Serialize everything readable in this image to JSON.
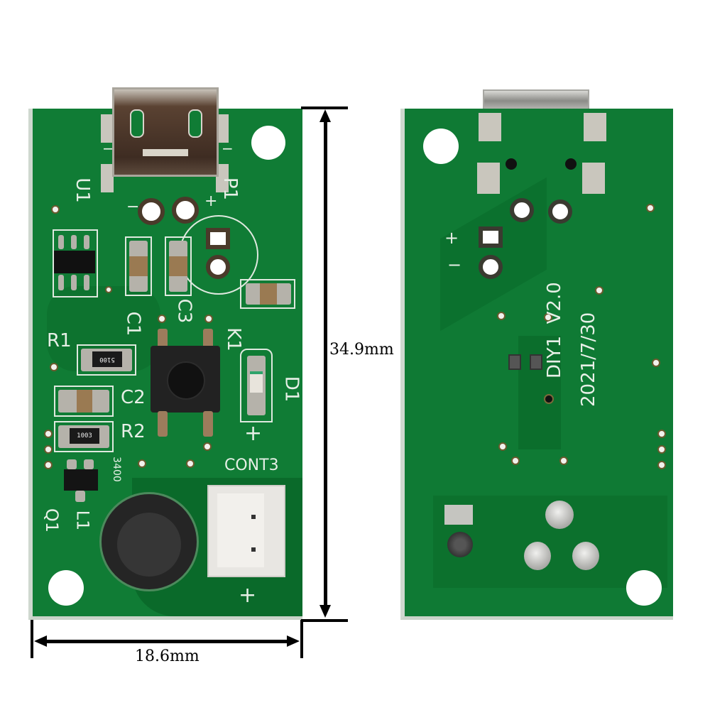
{
  "image": {
    "description": "Product photo of an ultrasonic atomizer (mist maker) driver PCB, front and back views with dimension annotations",
    "background": "#ffffff",
    "pcb_color": "#107c35",
    "silkscreen_color": "#e6efe6"
  },
  "dimensions": {
    "height_label": "34.9mm",
    "width_label": "18.6mm"
  },
  "front": {
    "labels": {
      "u1": "U1",
      "p1": "P1",
      "c1": "C1",
      "c2": "C2",
      "c3": "C3",
      "r1": "R1",
      "r2": "R2",
      "k1": "K1",
      "d1": "D1",
      "q1": "Q1",
      "l1": "L1",
      "cont3": "CONT3",
      "plus_d1": "+",
      "plus_cont": "+",
      "plus_p1": "+",
      "minus_p1": "−",
      "minus_left": "−",
      "minus_right": "−"
    },
    "component_markings": {
      "r1_code": "5100",
      "r2_code": "1003",
      "l1_code": "3400"
    }
  },
  "back": {
    "labels": {
      "board_name": "DIY1  V2.0",
      "date": "2021/7/30",
      "plus": "+",
      "minus": "−"
    }
  }
}
